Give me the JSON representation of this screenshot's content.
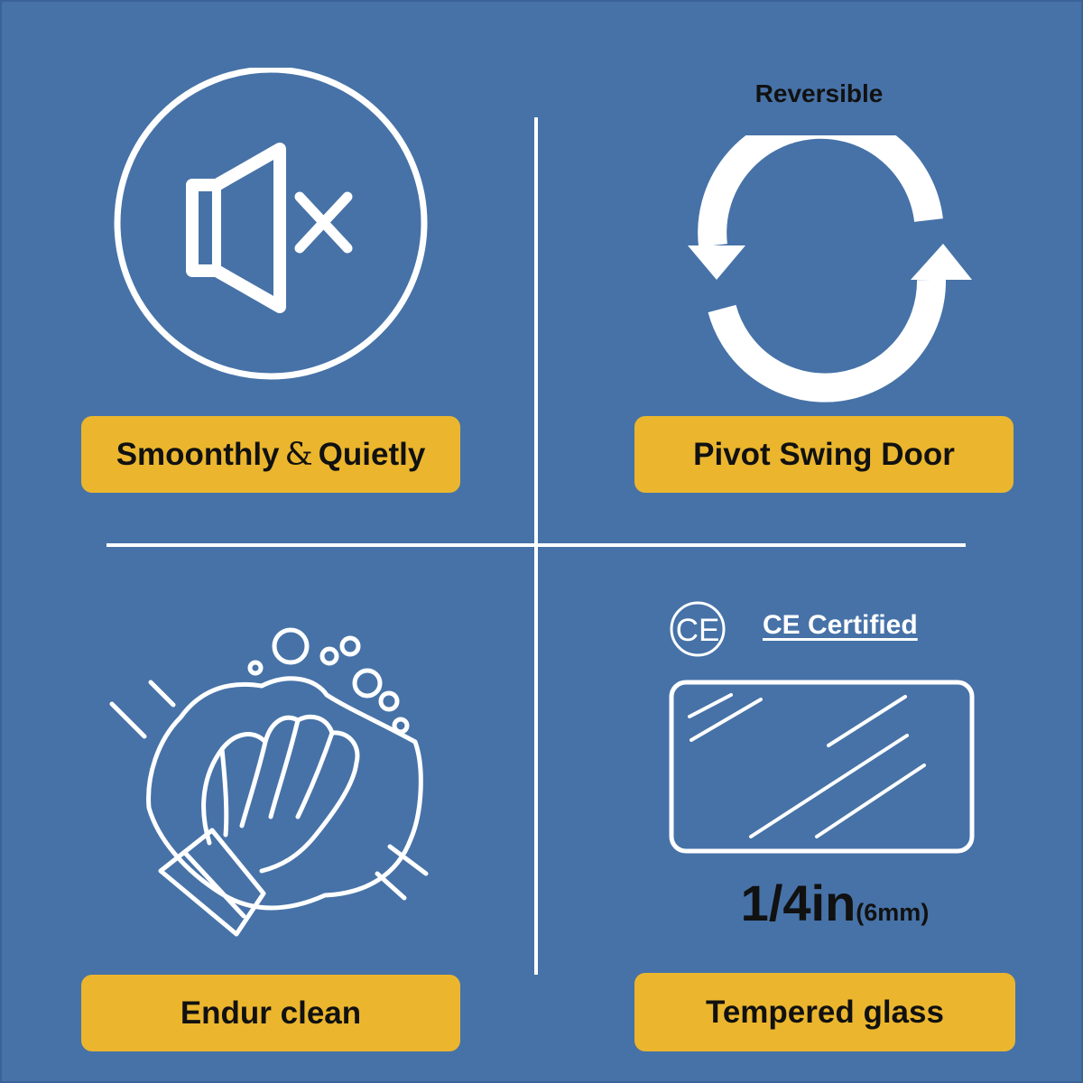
{
  "colors": {
    "background": "#4672a7",
    "pill": "#ebb62e",
    "line": "#ffffff",
    "text_dark": "#111111"
  },
  "features": {
    "smooth": {
      "label_left": "Smoonthly",
      "label_amp": "&",
      "label_right": "Quietly",
      "icon": "mute-speaker-icon"
    },
    "reversible": {
      "caption": "Reversible",
      "label": "Pivot Swing Door",
      "icon": "reverse-arrows-icon"
    },
    "clean": {
      "label": "Endur clean",
      "icon": "hand-wiping-icon"
    },
    "glass": {
      "certification": "CE Certified",
      "ce_mark": "CE",
      "thickness_main": "1/4in",
      "thickness_sub": "(6mm)",
      "label": "Tempered glass",
      "icon": "glass-pane-icon"
    }
  }
}
